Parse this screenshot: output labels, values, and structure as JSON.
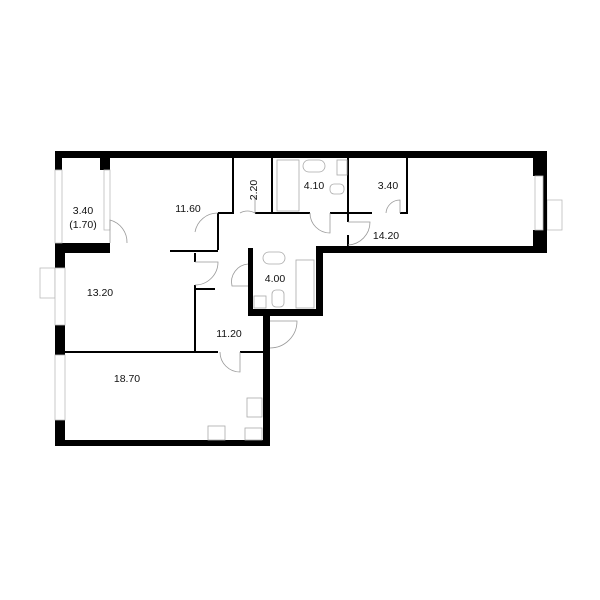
{
  "floor_plan": {
    "rooms": [
      {
        "id": "balcony",
        "area": "3.40",
        "sub_area": "(1.70)"
      },
      {
        "id": "bedroom-1",
        "area": "11.60"
      },
      {
        "id": "closet",
        "area": "2.20"
      },
      {
        "id": "bathroom-1",
        "area": "4.10"
      },
      {
        "id": "wardrobe",
        "area": "3.40"
      },
      {
        "id": "bedroom-2",
        "area": "14.20"
      },
      {
        "id": "bathroom-2",
        "area": "4.00"
      },
      {
        "id": "bedroom-3",
        "area": "13.20"
      },
      {
        "id": "hallway",
        "area": "11.20"
      },
      {
        "id": "kitchen-living",
        "area": "18.70"
      }
    ]
  }
}
